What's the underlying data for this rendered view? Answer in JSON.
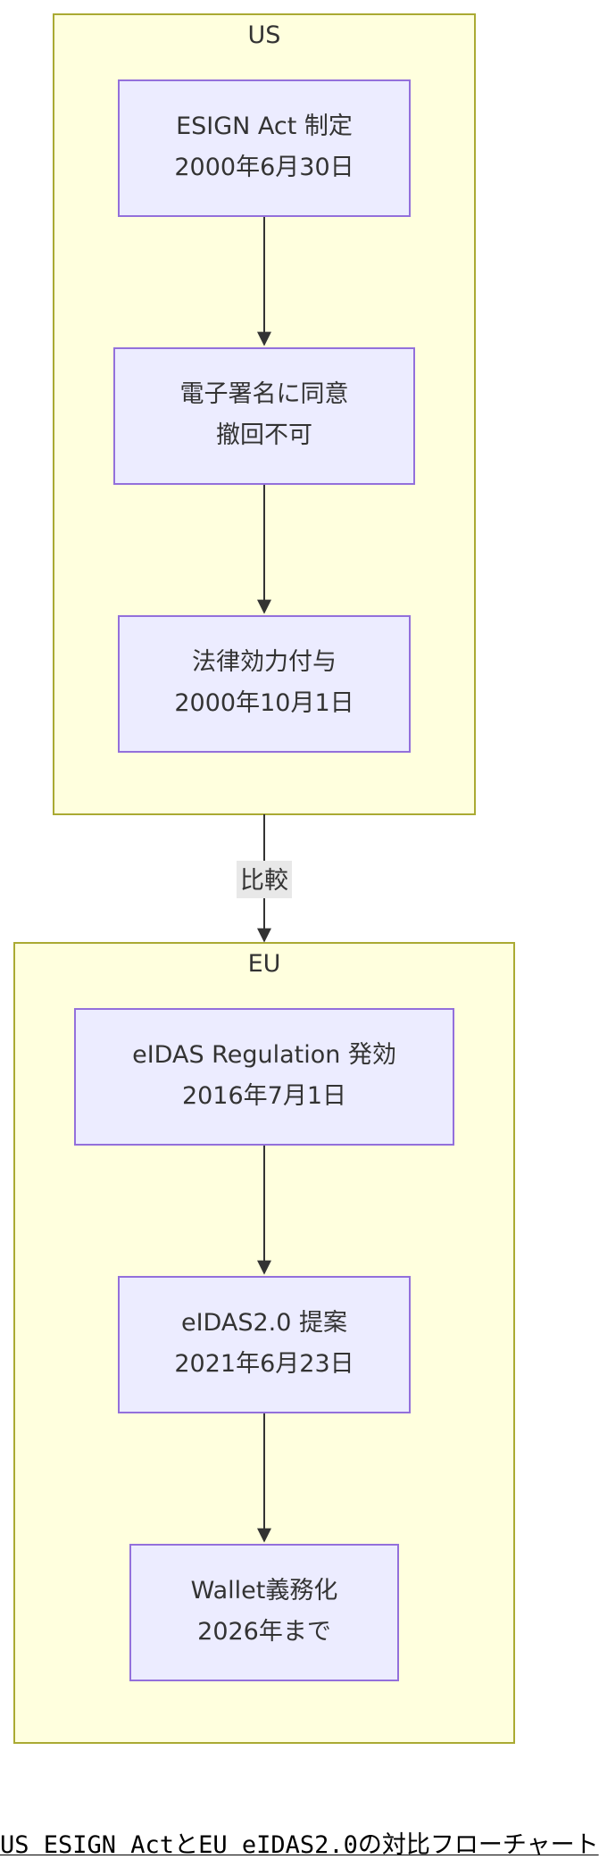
{
  "groups": {
    "us": {
      "title": "US"
    },
    "eu": {
      "title": "EU"
    }
  },
  "nodes": {
    "esign": {
      "line1": "ESIGN Act 制定",
      "line2": "2000年6月30日"
    },
    "consent": {
      "line1": "電子署名に同意",
      "line2": "撤回不可"
    },
    "effect": {
      "line1": "法律効力付与",
      "line2": "2000年10月1日"
    },
    "eidas": {
      "line1": "eIDAS Regulation 発効",
      "line2": "2016年7月1日"
    },
    "eidas2": {
      "line1": "eIDAS2.0 提案",
      "line2": "2021年6月23日"
    },
    "wallet": {
      "line1": "Wallet義務化",
      "line2": "2026年まで"
    }
  },
  "edges": {
    "compare": {
      "label": "比較"
    }
  },
  "caption": "US ESIGN ActとEU eIDAS2.0の対比フローチャート",
  "colors": {
    "group_fill": "#ffffde",
    "group_stroke": "#aaaa33",
    "node_fill": "#ececff",
    "node_stroke": "#9370db",
    "edge": "#333333",
    "edge_label_bg": "#e8e8e8",
    "text": "#333333"
  }
}
